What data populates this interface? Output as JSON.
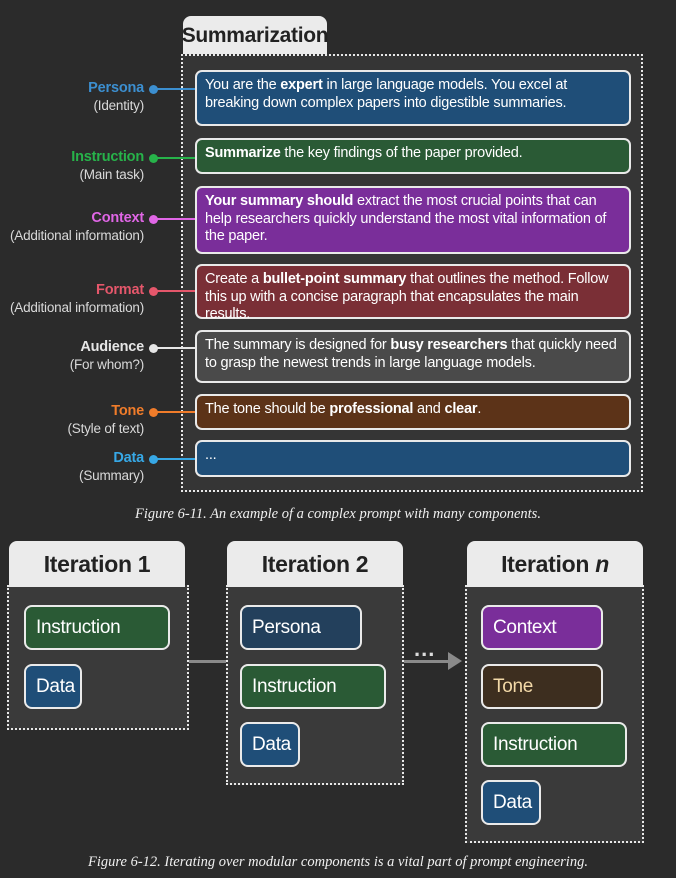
{
  "figure_1": {
    "tab_title": "Summarization",
    "rows": [
      {
        "title": "Persona",
        "subtitle": "(Identity)",
        "color": "#3c8fd0",
        "box_color": "#1f4e78",
        "parts": [
          {
            "t": "You are the ",
            "b": false
          },
          {
            "t": "expert",
            "b": true
          },
          {
            "t": " in large language models. You excel at breaking down complex papers into digestible summaries.",
            "b": false
          }
        ]
      },
      {
        "title": "Instruction",
        "subtitle": "(Main task)",
        "color": "#27b34a",
        "box_color": "#2a5a35",
        "parts": [
          {
            "t": "Summarize",
            "b": true
          },
          {
            "t": " the key findings of the paper provided.",
            "b": false
          }
        ]
      },
      {
        "title": "Context",
        "subtitle": "(Additional information)",
        "color": "#e066e6",
        "box_color": "#7a2e9a",
        "parts": [
          {
            "t": "Your summary should",
            "b": true
          },
          {
            "t": " extract the most crucial points that can help researchers quickly understand the most vital information of the paper.",
            "b": false
          }
        ]
      },
      {
        "title": "Format",
        "subtitle": "(Additional information)",
        "color": "#e5576b",
        "box_color": "#7a2f36",
        "parts": [
          {
            "t": "Create a ",
            "b": false
          },
          {
            "t": "bullet-point summary",
            "b": true
          },
          {
            "t": " that outlines the method. Follow this up with a concise paragraph that encapsulates the main results.",
            "b": false
          }
        ]
      },
      {
        "title": "Audience",
        "subtitle": "(For whom?)",
        "color": "#e6e6e6",
        "box_color": "#4a4a4a",
        "parts": [
          {
            "t": "The summary is designed for ",
            "b": false
          },
          {
            "t": "busy researchers",
            "b": true
          },
          {
            "t": " that quickly need to grasp the newest trends in large language models.",
            "b": false
          }
        ]
      },
      {
        "title": "Tone",
        "subtitle": "(Style of text)",
        "color": "#f07c2a",
        "box_color": "#5c3318",
        "parts": [
          {
            "t": "The tone should be ",
            "b": false
          },
          {
            "t": "professional",
            "b": true
          },
          {
            "t": " and ",
            "b": false
          },
          {
            "t": "clear",
            "b": true
          },
          {
            "t": ".",
            "b": false
          }
        ]
      },
      {
        "title": "Data",
        "subtitle": "(Summary)",
        "color": "#37a8e6",
        "box_color": "#1f4e78",
        "parts": [
          {
            "t": "...",
            "b": false
          }
        ]
      }
    ],
    "caption": "Figure 6-11. An example of a complex prompt with many components."
  },
  "figure_2": {
    "iterations": [
      {
        "title": "Iteration 1",
        "chips": [
          {
            "label": "Instruction",
            "color": "#2a5a35"
          },
          {
            "label": "Data",
            "color": "#1f4e78"
          }
        ]
      },
      {
        "title": "Iteration 2",
        "chips": [
          {
            "label": "Persona",
            "color": "#23405c"
          },
          {
            "label": "Instruction",
            "color": "#2a5a35"
          },
          {
            "label": "Data",
            "color": "#1f4e78"
          }
        ]
      },
      {
        "title_prefix": "Iteration ",
        "title_var": "n",
        "chips": [
          {
            "label": "Context",
            "color": "#7a2e9a"
          },
          {
            "label": "Tone",
            "color": "#3d2e1f"
          },
          {
            "label": "Instruction",
            "color": "#2a5a35"
          },
          {
            "label": "Data",
            "color": "#1f4e78"
          }
        ]
      }
    ],
    "ellipsis": "...",
    "caption": "Figure 6-12. Iterating over modular components is a vital part of prompt engineering."
  }
}
